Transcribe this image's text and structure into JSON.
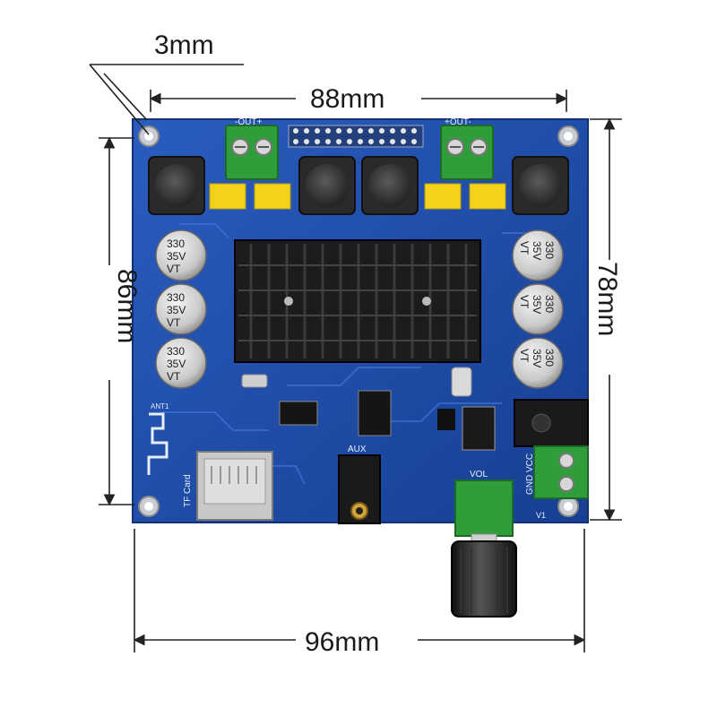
{
  "dimensions": {
    "hole_offset": "3mm",
    "hole_spacing_x": "88mm",
    "hole_spacing_y": "86mm",
    "board_height": "78mm",
    "board_width": "96mm"
  },
  "silkscreen": {
    "out_left": "-OUT+",
    "out_right": "+OUT-",
    "aux": "AUX",
    "vol": "VOL",
    "tf_card": "TF Card",
    "power_terminal": "GND VCC",
    "v1": "V1",
    "ant": "ANT1"
  },
  "capacitor_label": [
    "330",
    "35V",
    "VT"
  ],
  "colors": {
    "pcb": "#1f4fa8",
    "heatsink": "#1c1c1c",
    "terminal": "#2f9e3a",
    "film_cap": "#f2d21a",
    "dimension_line": "#222222"
  }
}
